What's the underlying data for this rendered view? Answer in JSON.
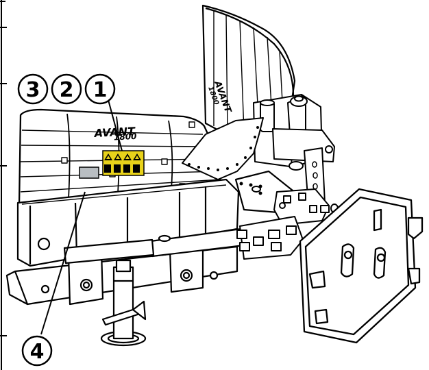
{
  "figure": {
    "subject": "plow attachment exploded diagram",
    "callouts": [
      {
        "id": "3",
        "label": "3"
      },
      {
        "id": "2",
        "label": "2"
      },
      {
        "id": "1",
        "label": "1"
      },
      {
        "id": "4",
        "label": "4"
      }
    ],
    "logos": {
      "brand_text": "AVANT",
      "model_text": "1800"
    },
    "colors": {
      "line": "#000000",
      "background": "#ffffff",
      "warning_label": "#e8d21a",
      "info_plate": "#b9bec2"
    }
  }
}
